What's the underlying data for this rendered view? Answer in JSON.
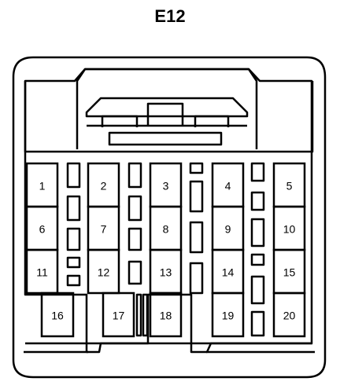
{
  "title": "E12",
  "pins": [
    {
      "num": "1"
    },
    {
      "num": "2"
    },
    {
      "num": "3"
    },
    {
      "num": "4"
    },
    {
      "num": "5"
    },
    {
      "num": "6"
    },
    {
      "num": "7"
    },
    {
      "num": "8"
    },
    {
      "num": "9"
    },
    {
      "num": "10"
    },
    {
      "num": "11"
    },
    {
      "num": "12"
    },
    {
      "num": "13"
    },
    {
      "num": "14"
    },
    {
      "num": "15"
    },
    {
      "num": "16"
    },
    {
      "num": "17"
    },
    {
      "num": "18"
    },
    {
      "num": "19"
    },
    {
      "num": "20"
    }
  ]
}
